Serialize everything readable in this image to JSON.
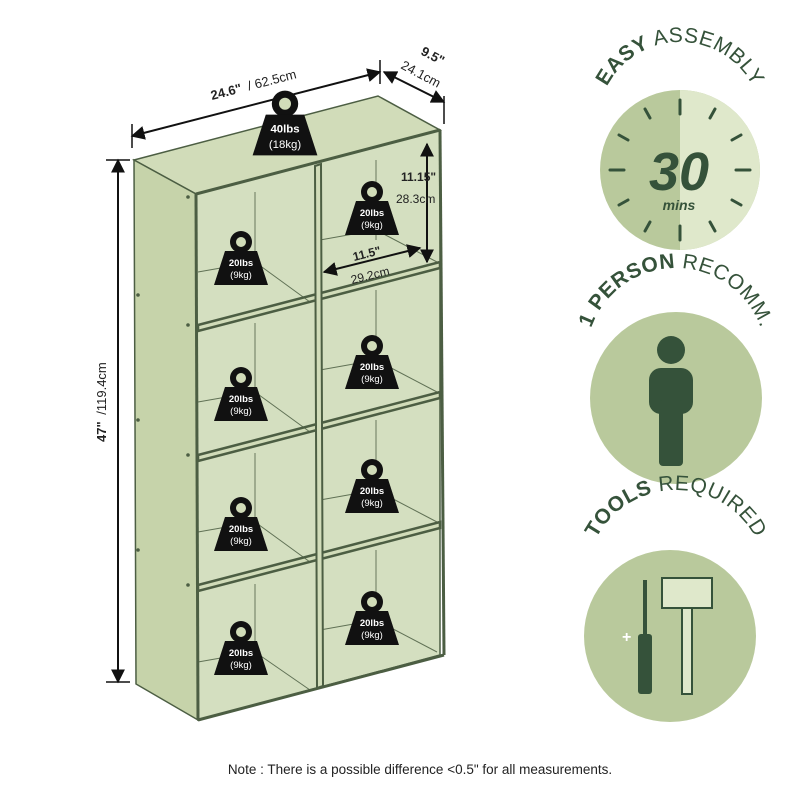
{
  "colors": {
    "shelf_fill": "#d1dcb9",
    "shelf_edge": "#4c5e43",
    "badge_dark": "#35523a",
    "badge_mid": "#b9c99c",
    "badge_light": "#dfe8cb",
    "weight_fill": "#111111"
  },
  "dimensions": {
    "width": "24.6\" / 62.5cm",
    "width_in": "24.6\"",
    "width_cm": "/ 62.5cm",
    "depth_in": "9.5\"",
    "depth_cm": "24.1cm",
    "height_in": "47\"",
    "height_cm": "/119.4cm",
    "cube_height_in": "11.15\"",
    "cube_height_cm": "28.3cm",
    "cube_width_in": "11.5\"",
    "cube_width_cm": "29.2cm"
  },
  "weights": {
    "top_main": "40lbs",
    "top_sub": "(18kg)",
    "shelf_main": "20lbs",
    "shelf_sub": "(9kg)"
  },
  "badges": {
    "assembly": {
      "title_bold": "EASY",
      "title_rest": " ASSEMBLY",
      "time": "30",
      "unit": "mins",
      "icon": "clock-icon"
    },
    "person": {
      "title_bold": "1 PERSON",
      "title_rest": " RECOMM.",
      "icon": "person-icon"
    },
    "tools": {
      "title_bold": "TOOLS",
      "title_rest": " REQUIRED",
      "icons": [
        "screwdriver-icon",
        "mallet-icon"
      ]
    }
  },
  "note": "Note : There is a possible difference <0.5\" for all measurements."
}
